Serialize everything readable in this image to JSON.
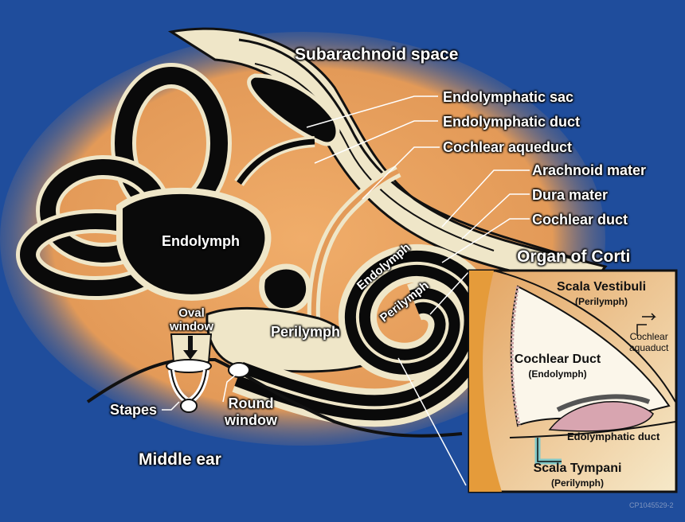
{
  "labels": {
    "subarachnoid_space": "Subarachnoid space",
    "endolymphatic_sac": "Endolymphatic sac",
    "endolymphatic_duct": "Endolymphatic duct",
    "cochlear_aqueduct": "Cochlear aqueduct",
    "arachnoid_mater": "Arachnoid mater",
    "dura_mater": "Dura mater",
    "cochlear_duct": "Cochlear duct",
    "organ_of_corti": "Organ of Corti",
    "endolymph_vestibule": "Endolymph",
    "endolymph_cochlea": "Endolymph",
    "perilymph_cochlea": "Perilymph",
    "perilymph_vestibule": "Perilymph",
    "oval_window_line1": "Oval",
    "oval_window_line2": "window",
    "stapes": "Stapes",
    "round_window_line1": "Round",
    "round_window_line2": "window",
    "middle_ear": "Middle ear"
  },
  "inset": {
    "scala_vestibuli": "Scala Vestibuli",
    "scala_vestibuli_sub": "(Perilymph)",
    "cochlear_duct": "Cochlear Duct",
    "cochlear_duct_sub": "(Endolymph)",
    "cochlear_aquaduct_line1": "Cochlear",
    "cochlear_aquaduct_line2": "aquaduct",
    "edolymphatic_duct": "Edolymphatic duct",
    "scala_tympani": "Scala Tympani",
    "scala_tympani_sub": "(Perilymph)"
  },
  "watermark": "CP1045529-2",
  "colors": {
    "background": "#1f4d9c",
    "bone": "#e6a468",
    "membrane": "#efe6c8",
    "endolymph": "#0a0a0a"
  }
}
